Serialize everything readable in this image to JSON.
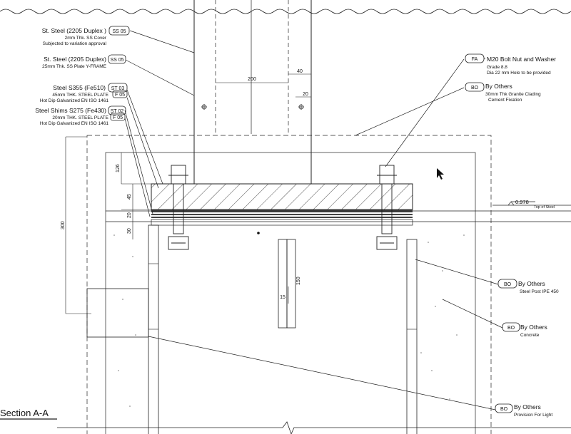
{
  "callouts": [
    {
      "title": "St. Steel  (2205 Duplex )",
      "tag": "SS 05",
      "line1": "2mm Thk. SS Cover",
      "line2": "Subjected to variation approval"
    },
    {
      "title": "St. Steel  (2205 Duplex)",
      "tag": "SS 05",
      "line1": "25mm Thk. SS Plate Y-FRAME",
      "line2": ""
    },
    {
      "title": "Steel S355 (Fe510)",
      "tag": "ST 03",
      "tag2": "F 05",
      "line1": "45mm THK. STEEL PLATE",
      "line2": "Hot Dip Galvanized EN ISO 1461"
    },
    {
      "title": "Steel Shims  S275 (Fe430)",
      "tag": "ST 02",
      "tag2": "F 05",
      "line1": "20mm THK. STEEL PLATE",
      "line2": "Hot Dip Galvanized EN ISO 1461"
    }
  ],
  "right_callouts": [
    {
      "tag": "FA",
      "title": "M20 Bolt Nut and Washer",
      "line1": "Grade 8.8",
      "line2": "Dia 22 mm Hole to be provided"
    },
    {
      "tag": "BO",
      "title": "By Others",
      "line1": "30mm Thk Granite Clading",
      "line2": "Cement Fixation"
    },
    {
      "tag": "BO",
      "title": "By Others",
      "line1": "Steel Post IPE 450",
      "line2": ""
    },
    {
      "tag": "BO",
      "title": "By Others",
      "line1": "Concrete",
      "line2": ""
    },
    {
      "tag": "BO",
      "title": "By Others",
      "line1": "Provision For Light",
      "line2": ""
    }
  ],
  "dimensions": {
    "d200": "200",
    "d40": "40",
    "d20_top": "20",
    "d126": "126",
    "d45": "45",
    "d20": "20",
    "d30": "30",
    "d300": "300",
    "d150": "150",
    "d15": "15"
  },
  "level": {
    "value": "0.978",
    "label": "Top of Steel"
  },
  "section_title": "Section A-A"
}
